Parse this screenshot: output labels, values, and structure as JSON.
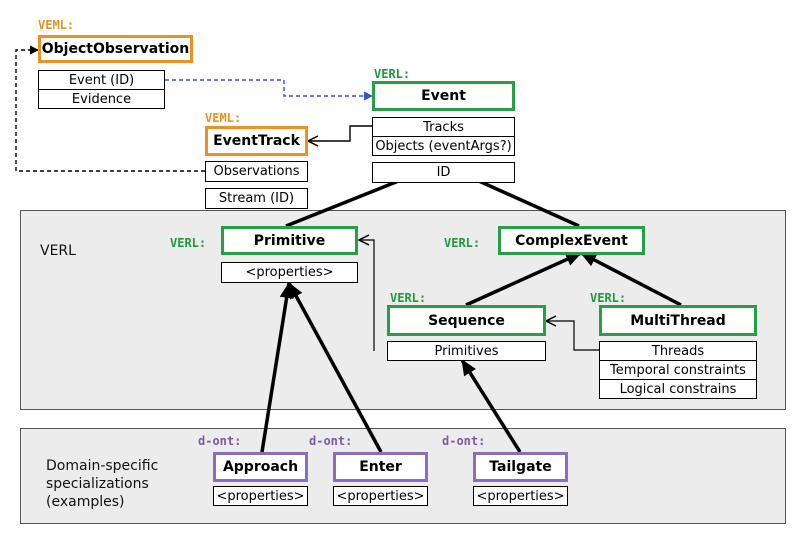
{
  "panels": {
    "verl": {
      "label": "VERL"
    },
    "domain": {
      "label": "Domain-specific\nspecializations\n(examples)"
    }
  },
  "tags": {
    "veml": "VEML:",
    "verl": "VERL:",
    "dont": "d-ont:"
  },
  "classes": {
    "object_observation": {
      "name": "ObjectObservation",
      "attrs": [
        "Event (ID)",
        "Evidence"
      ]
    },
    "event": {
      "name": "Event",
      "attrs": [
        "Tracks",
        "Objects (eventArgs?)",
        "ID"
      ]
    },
    "event_track": {
      "name": "EventTrack",
      "attrs": [
        "Observations",
        "Stream (ID)"
      ]
    },
    "primitive": {
      "name": "Primitive",
      "attrs": [
        "<properties>"
      ]
    },
    "complex_event": {
      "name": "ComplexEvent"
    },
    "sequence": {
      "name": "Sequence",
      "attrs": [
        "Primitives"
      ]
    },
    "multithread": {
      "name": "MultiThread",
      "attrs": [
        "Threads",
        "Temporal constraints",
        "Logical constrains"
      ]
    },
    "approach": {
      "name": "Approach",
      "attrs": [
        "<properties>"
      ]
    },
    "enter": {
      "name": "Enter",
      "attrs": [
        "<properties>"
      ]
    },
    "tailgate": {
      "name": "Tailgate",
      "attrs": [
        "<properties>"
      ]
    }
  },
  "colors": {
    "veml": "#f0901e",
    "verl": "#27a045",
    "dont": "#8c6cbc",
    "association": "#3a4bd6",
    "panel": "#ececec"
  }
}
